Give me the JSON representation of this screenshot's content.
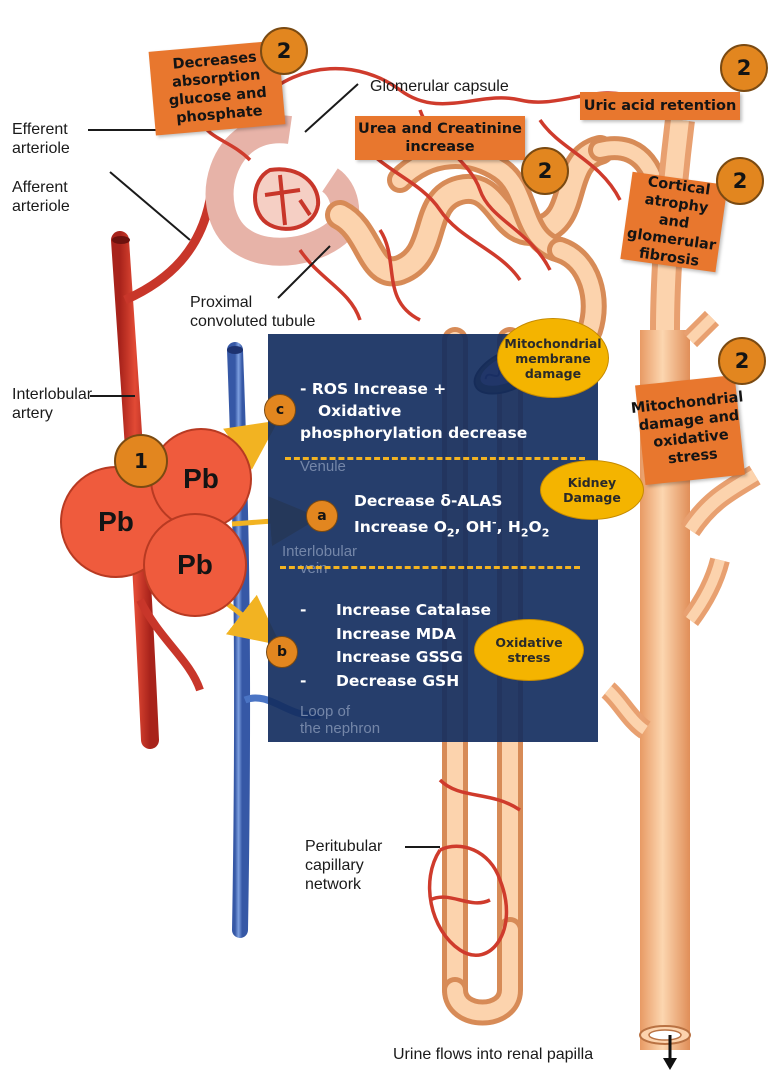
{
  "labels": {
    "efferent_line1": "Efferent",
    "efferent_line2": "arteriole",
    "afferent_line1": "Afferent",
    "afferent_line2": "arteriole",
    "glomerular_capsule": "Glomerular capsule",
    "proximal_line1": "Proximal",
    "proximal_line2": "convoluted tubule",
    "interlobular_line1": "Interlobular",
    "interlobular_line2": "artery",
    "venule": "Venule",
    "vein_line1": "Interlobular",
    "vein_line2": "vein",
    "loop_line1": "Loop of",
    "loop_line2": "the nephron",
    "peritubular_line1": "Peritubular",
    "peritubular_line2": "capillary",
    "peritubular_line3": "network",
    "urine": "Urine flows into renal papilla"
  },
  "effects": {
    "absorption": [
      "Decreases",
      "absorption",
      "glucose and",
      "phosphate"
    ],
    "urea": [
      "Urea and Creatinine",
      "increase"
    ],
    "uric": "Uric acid retention",
    "cortical": [
      "Cortical",
      "atrophy and",
      "glomerular",
      "fibrosis"
    ],
    "mito_stress": [
      "Mitochondrial",
      "damage and",
      "oxidative",
      "stress"
    ]
  },
  "badges": {
    "one": "1",
    "two": "2",
    "a": "a",
    "b": "b",
    "c": "c"
  },
  "lead": {
    "pb": "Pb"
  },
  "callouts": {
    "membrane": [
      "Mitochondrial",
      "membrane",
      "damage"
    ],
    "kidney": [
      "Kidney",
      "Damage"
    ],
    "oxidative": [
      "Oxidative",
      "stress"
    ]
  },
  "panel": {
    "section_c": {
      "line1": "-  ROS Increase +",
      "line2": "Oxidative",
      "line3": "phosphorylation decrease"
    },
    "section_a": {
      "line1": "Decrease δ-ALAS",
      "line2_prefix": "Increase O",
      "o2_sub": "2",
      "oh": ", OH",
      "oh_sup": "-",
      "h2o2": ", H",
      "h_sub": "2",
      "o": "O",
      "o_sub": "2"
    },
    "section_b": {
      "dash1": "-",
      "item1": "Increase Catalase",
      "item2": "Increase MDA",
      "item3": "Increase GSSG",
      "dash4": "-",
      "item4": "Decrease GSH"
    }
  },
  "colors": {
    "artery": "#c8362a",
    "vein": "#4a74c4",
    "tubule": "#f3b98a",
    "capillary": "#cf3b2c",
    "effect_box": "#e8772e",
    "badge": "#e2861f",
    "callout": "#f4b400",
    "lead": "#ef5b3d",
    "panel": "#132e60",
    "arrow": "#f2b322"
  }
}
